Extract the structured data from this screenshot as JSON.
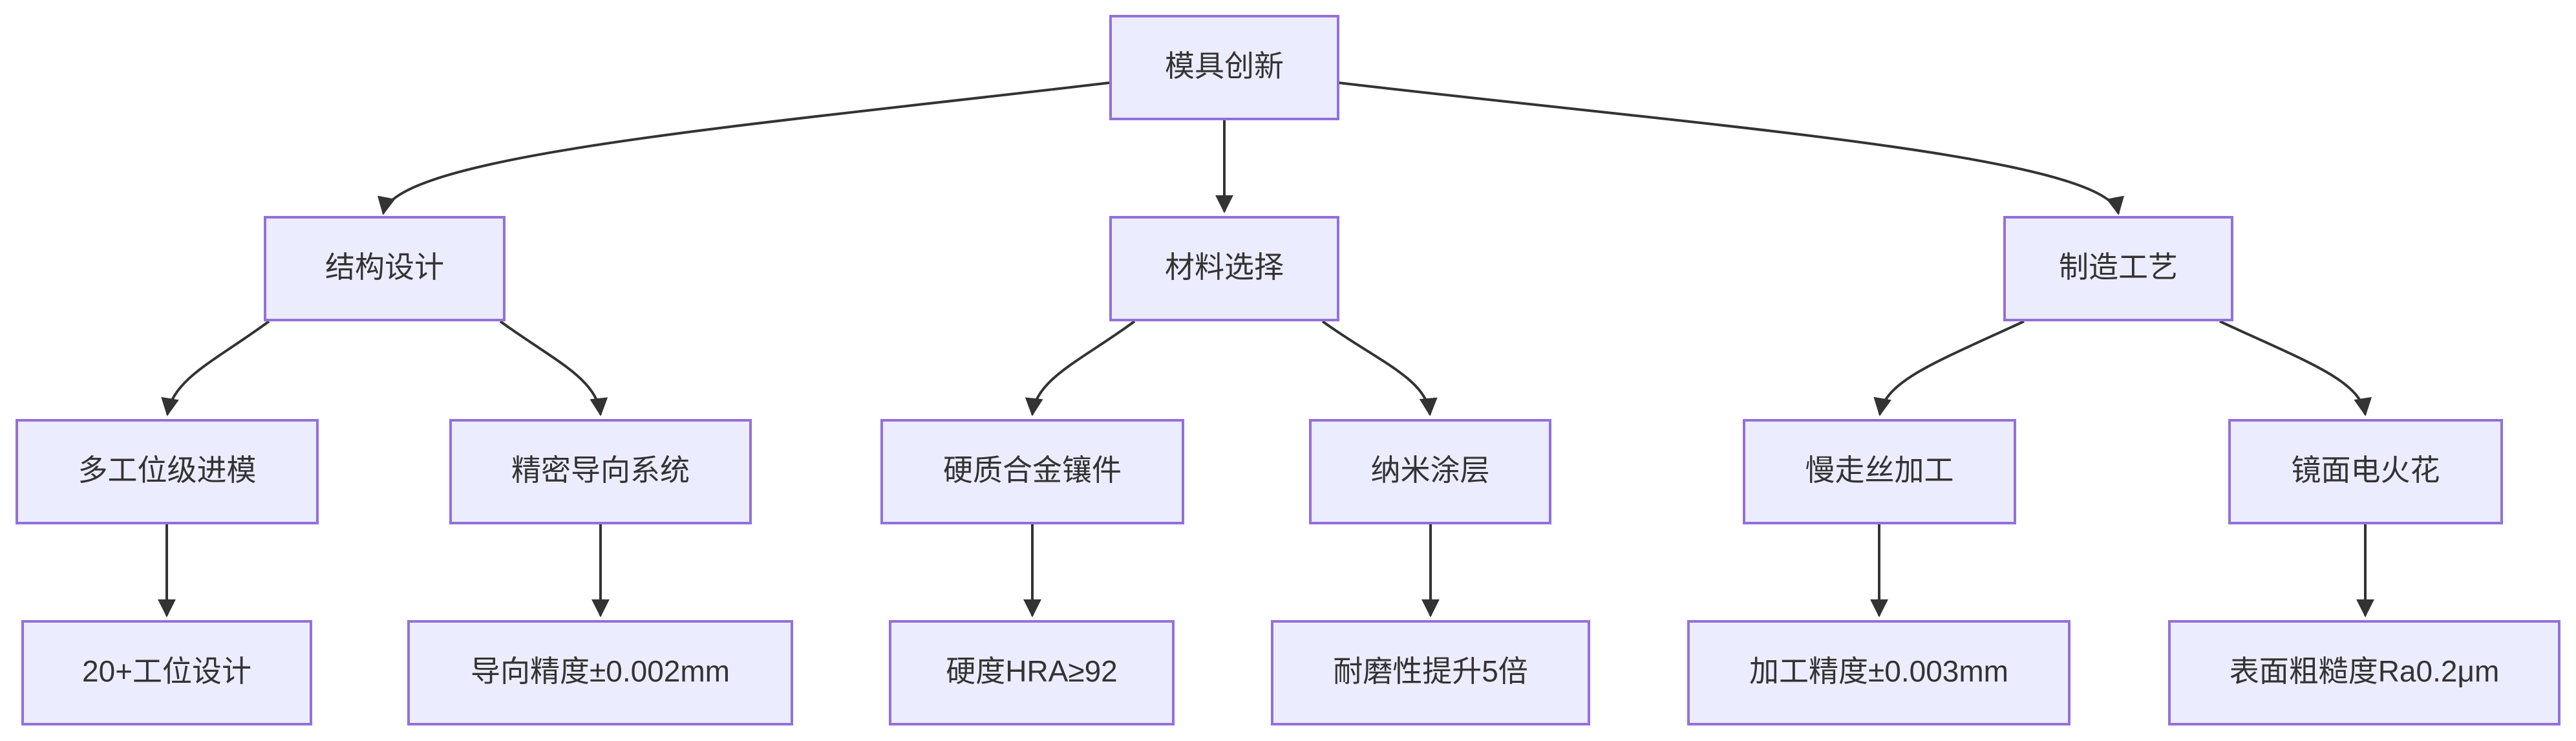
{
  "diagram": {
    "type": "flowchart",
    "direction": "top-down",
    "background": "#ffffff",
    "node_style": {
      "fill": "#ECECFF",
      "border_color": "#9370DB",
      "text_color": "#333333"
    },
    "edge_style": {
      "color": "#333333",
      "arrowhead": "filled-triangle"
    },
    "nodes": {
      "root": "模具创新",
      "structure_design": "结构设计",
      "material_selection": "材料选择",
      "manufacturing_process": "制造工艺",
      "multi_station_die": "多工位级进模",
      "precision_guide": "精密导向系统",
      "carbide_insert": "硬质合金镶件",
      "nano_coating": "纳米涂层",
      "slow_wire_cut": "慢走丝加工",
      "mirror_edm": "镜面电火花",
      "station_design": "20+工位设计",
      "guide_accuracy": "导向精度±0.002mm",
      "hardness": "硬度HRA≥92",
      "wear_resistance": "耐磨性提升5倍",
      "machining_accuracy": "加工精度±0.003mm",
      "surface_roughness": "表面粗糙度Ra0.2μm"
    },
    "edges": [
      {
        "from": "模具创新",
        "to": "结构设计"
      },
      {
        "from": "模具创新",
        "to": "材料选择"
      },
      {
        "from": "模具创新",
        "to": "制造工艺"
      },
      {
        "from": "结构设计",
        "to": "多工位级进模"
      },
      {
        "from": "结构设计",
        "to": "精密导向系统"
      },
      {
        "from": "材料选择",
        "to": "硬质合金镶件"
      },
      {
        "from": "材料选择",
        "to": "纳米涂层"
      },
      {
        "from": "制造工艺",
        "to": "慢走丝加工"
      },
      {
        "from": "制造工艺",
        "to": "镜面电火花"
      },
      {
        "from": "多工位级进模",
        "to": "20+工位设计"
      },
      {
        "from": "精密导向系统",
        "to": "导向精度±0.002mm"
      },
      {
        "from": "硬质合金镶件",
        "to": "硬度HRA≥92"
      },
      {
        "from": "纳米涂层",
        "to": "耐磨性提升5倍"
      },
      {
        "from": "慢走丝加工",
        "to": "加工精度±0.003mm"
      },
      {
        "from": "镜面电火花",
        "to": "表面粗糙度Ra0.2μm"
      }
    ]
  }
}
